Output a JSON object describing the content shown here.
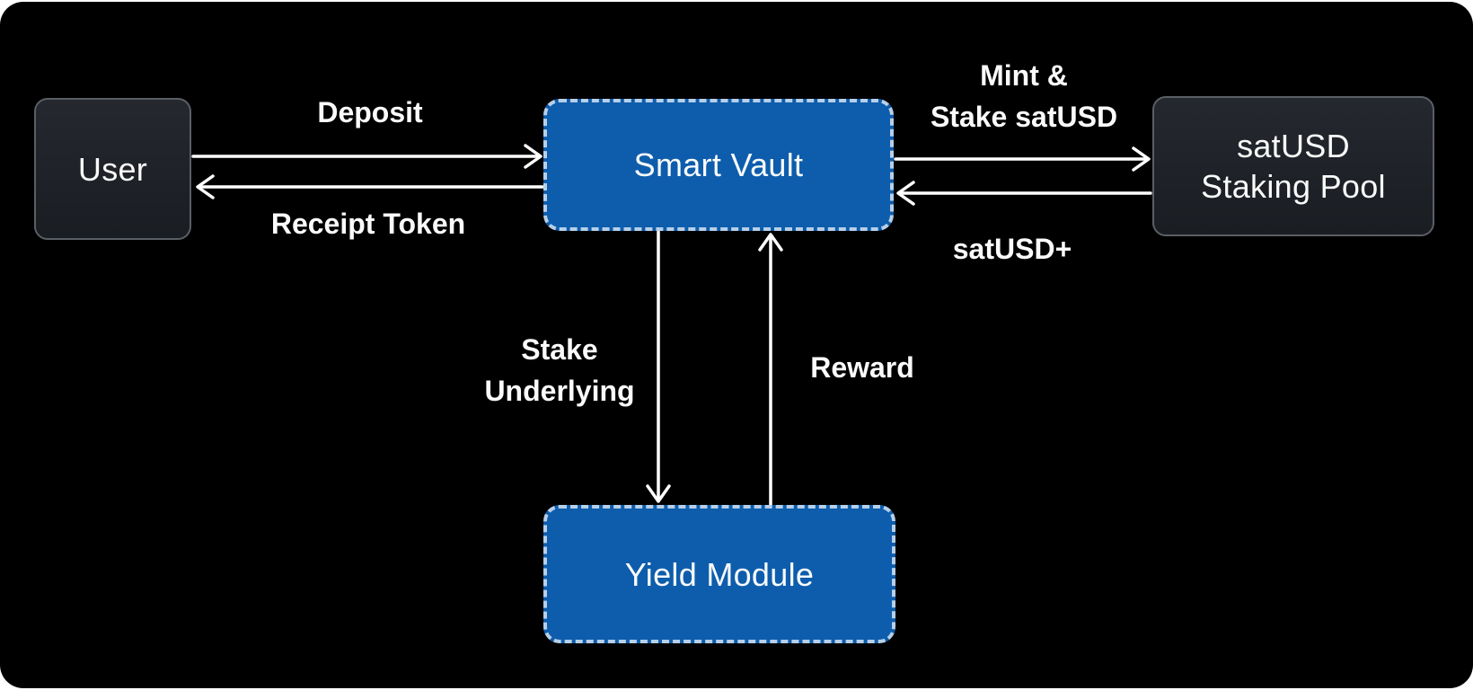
{
  "diagram_type": "flow-diagram",
  "nodes": {
    "user": {
      "label": "User"
    },
    "smart_vault": {
      "label": "Smart Vault"
    },
    "staking_pool": {
      "line1": "satUSD",
      "line2": "Staking Pool"
    },
    "yield_module": {
      "label": "Yield Module"
    }
  },
  "edges": {
    "deposit": {
      "label": "Deposit",
      "from": "User",
      "to": "Smart Vault"
    },
    "receipt_token": {
      "label": "Receipt Token",
      "from": "Smart Vault",
      "to": "User"
    },
    "mint_stake": {
      "line1": "Mint &",
      "line2": "Stake satUSD",
      "from": "Smart Vault",
      "to": "satUSD Staking Pool"
    },
    "satusd_plus": {
      "label": "satUSD+",
      "from": "satUSD Staking Pool",
      "to": "Smart Vault"
    },
    "stake_underlying": {
      "line1": "Stake",
      "line2": "Underlying",
      "from": "Smart Vault",
      "to": "Yield Module"
    },
    "reward": {
      "label": "Reward",
      "from": "Yield Module",
      "to": "Smart Vault"
    }
  },
  "colors": {
    "page_background": "#ffffff",
    "canvas_background": "#000000",
    "blue_node_fill": "#0d5dac",
    "blue_node_dash": "#b7cfe9",
    "dark_node_fill": "#202329",
    "dark_node_border": "#5a5f66",
    "text": "#fafafa",
    "arrow": "#ffffff"
  }
}
